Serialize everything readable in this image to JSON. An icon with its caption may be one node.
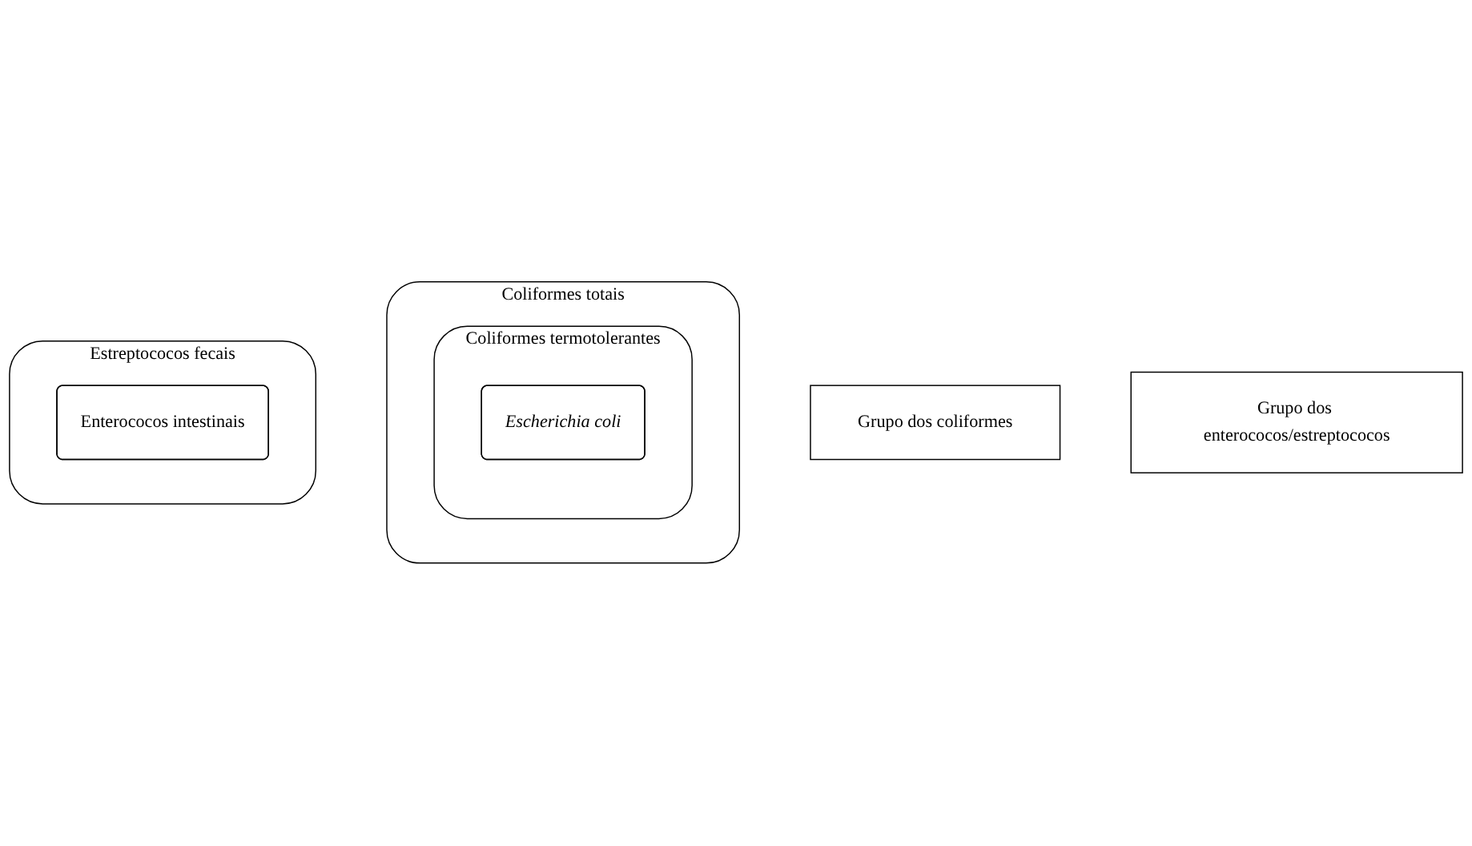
{
  "diagram": {
    "nodes": [
      {
        "text": [
          "Grupo dos coliformes"
        ]
      },
      {
        "text": [
          "Coliformes totais"
        ]
      },
      {
        "text": [
          "Coliformes termotolerantes"
        ],
        "in": 1
      },
      {
        "text": [
          "Escherichia coli"
        ],
        "in": 2
      },
      {
        "text": [
          "Grupo dos enterococos/estreptococos"
        ]
      },
      {
        "text": [
          "Estreptococos fecais"
        ]
      },
      {
        "text": [
          "Enterococos intestinais"
        ],
        "in": 5
      }
    ]
  }
}
